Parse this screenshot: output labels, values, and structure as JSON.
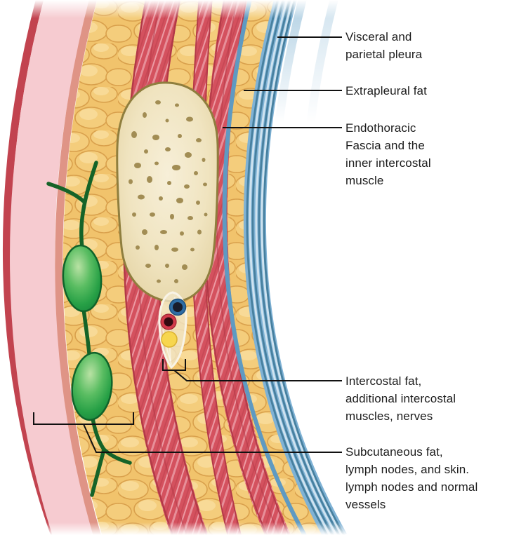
{
  "title": "Chest wall layers anatomical diagram",
  "labels": {
    "visceral": {
      "lines": [
        "Visceral and",
        "parietal pleura"
      ]
    },
    "extrapleural": {
      "lines": [
        "Extrapleural fat"
      ]
    },
    "endothoracic": {
      "lines": [
        "Endothoracic",
        "Fascia and the",
        "inner intercostal",
        "muscle"
      ]
    },
    "intercostal": {
      "lines": [
        "Intercostal fat,",
        "additional intercostal",
        "muscles, nerves"
      ]
    },
    "subcutaneous": {
      "lines": [
        "Subcutaneous fat,",
        "lymph nodes, and skin.",
        "lymph nodes and normal",
        "vessels"
      ]
    }
  },
  "colors": {
    "skin_outline": "#c2434f",
    "skin": "#f6cbd0",
    "dermis_line": "#df9486",
    "fat": "#f1c36c",
    "muscle": "#d4515e",
    "pleura": "#7fb2d5",
    "fascia_line": "#5f9ac2",
    "bone": "#f1e5c2",
    "bone_speckle": "#a28d54",
    "lymph_node": "#2fa647",
    "lymph_vessel": "#156328",
    "vein": "#2e6da4",
    "artery": "#d13a49",
    "nerve": "#f7d64f",
    "leader_line": "#111111",
    "label_text": "#1c1c1c"
  }
}
